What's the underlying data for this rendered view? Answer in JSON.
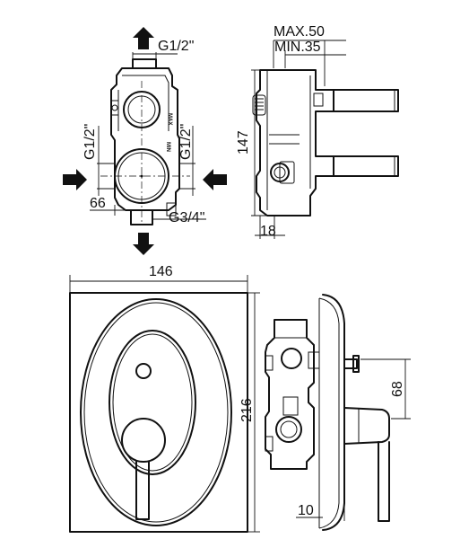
{
  "labels": {
    "top_outlet": "G1/2\"",
    "side_left": "G1/2\"",
    "side_right": "G1/2\"",
    "bottom_outlet": "G3/4\"",
    "offset_66": "66",
    "max_depth": "MAX.50",
    "min_depth": "MIN.35",
    "height_147": "147",
    "depth_18": "18",
    "plate_width": "146",
    "plate_height": "216",
    "handle_height": "68",
    "plate_depth": "10"
  },
  "body_markings": {
    "max": "MAX",
    "min": "MIN"
  }
}
